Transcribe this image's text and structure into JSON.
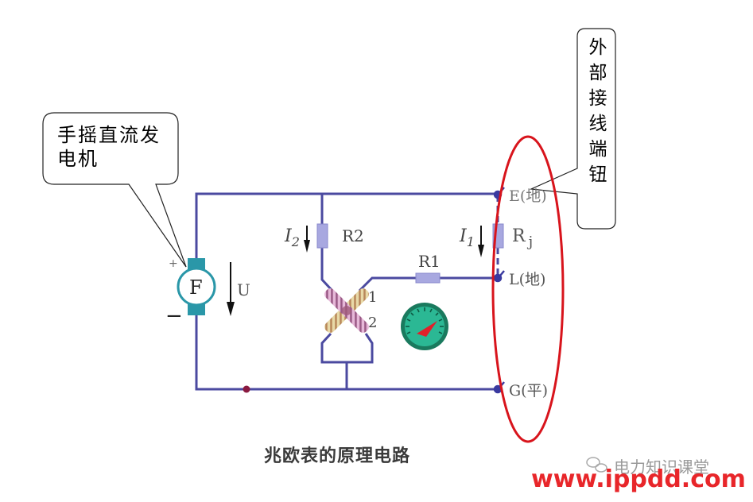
{
  "diagram": {
    "caption": "兆欧表的原理电路",
    "callouts": {
      "generator": "手摇直流发电机",
      "terminals": "外部接线端钮"
    },
    "callout_lines": {
      "generator_line1": "手摇直流发",
      "generator_line2": "电机",
      "terminals_vertical": [
        "外",
        "部",
        "接",
        "线",
        "端",
        "钮"
      ]
    },
    "components": {
      "generator": {
        "symbol": "F",
        "plus": "+",
        "minus": "−"
      },
      "voltage": {
        "label": "U"
      },
      "resistors": [
        {
          "id": "R2",
          "label": "R2"
        },
        {
          "id": "R1",
          "label": "R1"
        },
        {
          "id": "Rj",
          "label": "R",
          "subscript": "j"
        }
      ],
      "currents": [
        {
          "id": "I2",
          "label": "I",
          "subscript": "2"
        },
        {
          "id": "I1",
          "label": "I",
          "subscript": "1"
        }
      ],
      "coils": [
        {
          "id": "coil1",
          "label": "1"
        },
        {
          "id": "coil2",
          "label": "2"
        }
      ],
      "meter": {
        "type": "gauge"
      }
    },
    "terminals": [
      {
        "id": "E",
        "label": "E(地)"
      },
      {
        "id": "L",
        "label": "L(地)"
      },
      {
        "id": "G",
        "label": "G(平)"
      }
    ],
    "colors": {
      "wire": "#4b4aa0",
      "resistor": "#a8a8e0",
      "generator_terminal": "#2a97a8",
      "highlight_ellipse": "#d8141c",
      "meter_face": "#1fa884",
      "meter_needle": "#e0202a",
      "label_text": "#555555",
      "watermark_url": "#e8262a"
    }
  },
  "watermark": {
    "channel": "电力知识课堂",
    "url": "www.ippdd.com"
  }
}
